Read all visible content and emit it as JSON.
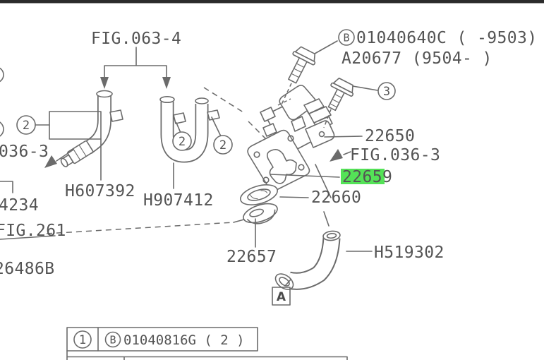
{
  "colors": {
    "highlight_green": "#54e257",
    "line_gray": "#6b6b6b",
    "top_bar": "#2b2b2b"
  },
  "labels": {
    "fig063_4": "FIG.063-4",
    "fig036_3_left": "036-3",
    "fig036_3_right": "FIG.036-3",
    "fig261": "FIG.261",
    "h607392": "H607392",
    "h907412": "H907412",
    "p4234": "4234",
    "p26486b": "26486B",
    "bolt_b_primary": "01040640C ( -9503)",
    "bolt_b_secondary": "A20677 (9504- )",
    "p22650": "22650",
    "p22659": "22659",
    "p22660": "22660",
    "p22657": "22657",
    "h519302": "H519302"
  },
  "balloons": {
    "one": "1",
    "two": "2",
    "three": "3",
    "b": "B",
    "a": "A"
  },
  "table": {
    "rows": [
      {
        "item_no": "1",
        "bolt_prefix": "B",
        "part_no": "01040816G ( 2 )"
      }
    ]
  }
}
